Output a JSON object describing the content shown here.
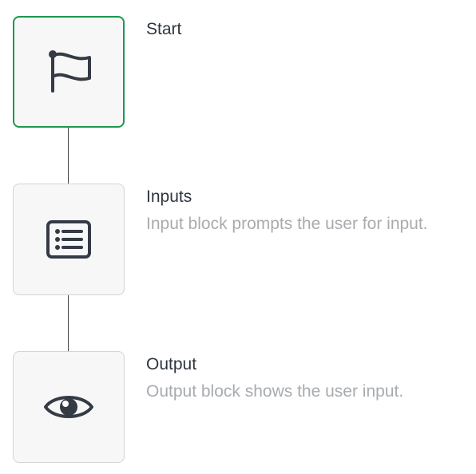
{
  "flow": {
    "steps": [
      {
        "icon": "flag-icon",
        "title": "Start",
        "description": "",
        "selected": true,
        "border_color": "#1a9a4b"
      },
      {
        "icon": "list-icon",
        "title": "Inputs",
        "description": "Input block prompts the user for input.",
        "selected": false
      },
      {
        "icon": "eye-icon",
        "title": "Output",
        "description": "Output block shows the user input.",
        "selected": false
      }
    ]
  },
  "colors": {
    "icon": "#343b45",
    "title": "#2f3640",
    "description": "#a8abaf",
    "selected_border": "#1a9a4b",
    "block_bg": "#f7f7f8"
  }
}
